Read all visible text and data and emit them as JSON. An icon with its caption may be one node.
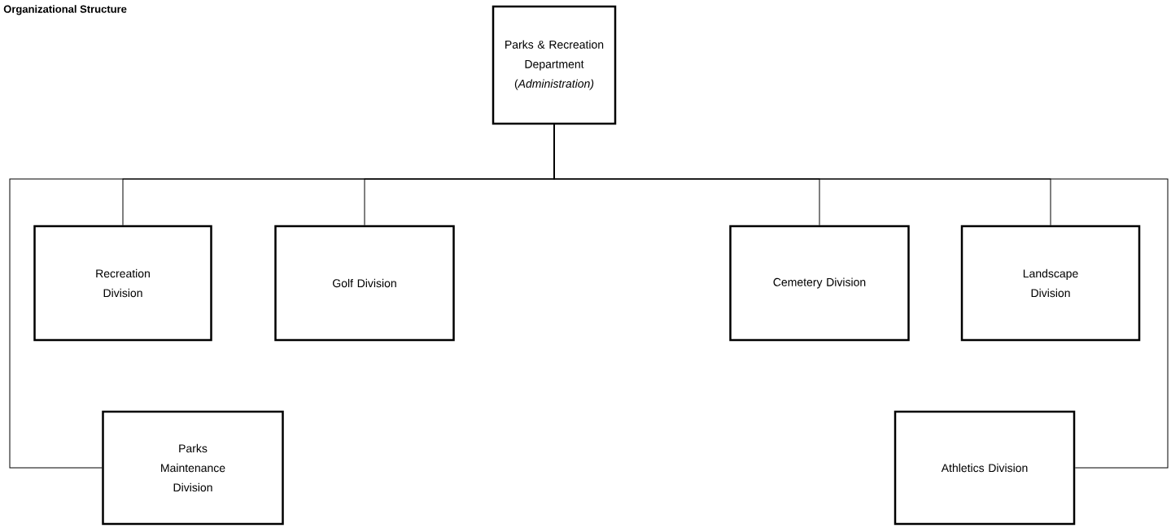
{
  "diagram": {
    "title": "Organizational Structure",
    "nodes": [
      {
        "text": [
          "Parks & Recreation Department (*Administration)*"
        ]
      },
      {
        "text": [
          "Recreation Division"
        ]
      },
      {
        "text": [
          "Golf Division"
        ]
      },
      {
        "text": [
          "Cemetery Division"
        ]
      },
      {
        "text": [
          "Landscape Division"
        ]
      },
      {
        "text": [
          "Parks Maintenance Division"
        ]
      },
      {
        "text": [
          "Athletics Division"
        ]
      }
    ],
    "edges": [
      {
        "from": 0,
        "to": 1,
        "arrow": "none"
      },
      {
        "from": 0,
        "to": 2,
        "arrow": "none"
      },
      {
        "from": 0,
        "to": 3,
        "arrow": "none"
      },
      {
        "from": 0,
        "to": 4,
        "arrow": "none"
      },
      {
        "from": 0,
        "to": 5,
        "arrow": "none"
      },
      {
        "from": 0,
        "to": 6,
        "arrow": "none"
      }
    ]
  }
}
